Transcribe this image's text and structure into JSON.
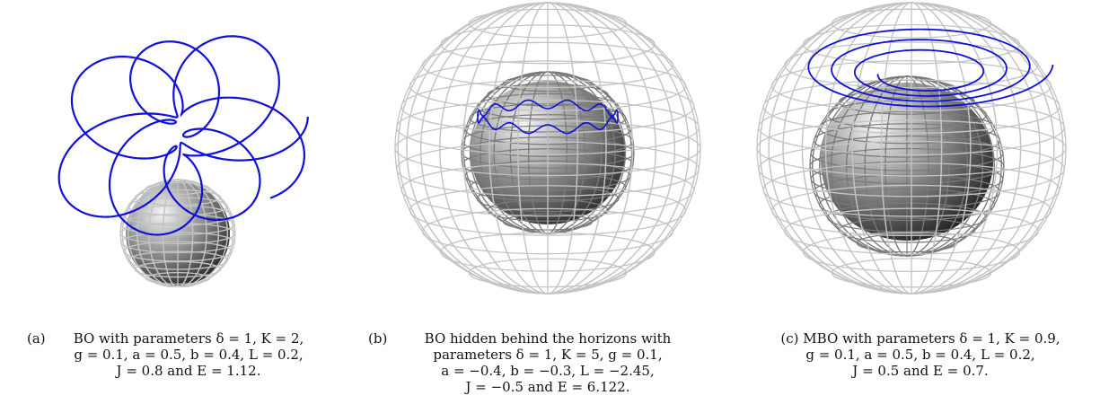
{
  "panels": [
    {
      "tag": "(a)",
      "caption_lines": [
        "BO with parameters δ = 1, K = 2,",
        "g = 0.1, a = 0.5, b = 0.4, L = 0.2,",
        "J = 0.8 and E = 1.12."
      ]
    },
    {
      "tag": "(b)",
      "caption_lines": [
        "BO hidden behind the horizons with",
        "parameters δ = 1, K = 5, g = 0.1,",
        "a = −0.4, b = −0.3, L = −2.45,",
        "J = −0.5 and E = 6.122."
      ]
    },
    {
      "tag": "(c)",
      "caption_lines": [
        "MBO with parameters δ = 1, K = 0.9,",
        "g = 0.1, a = 0.5, b = 0.4, L = 0.2,",
        "J = 0.5 and E = 0.7."
      ]
    }
  ],
  "colors": {
    "orbit": "#1010d8",
    "outer_horizon_mesh": "#c4c4c4",
    "inner_horizon_mesh": "#7a7a7a",
    "core_light": "#f2f2f2",
    "core_dark": "#222222"
  }
}
